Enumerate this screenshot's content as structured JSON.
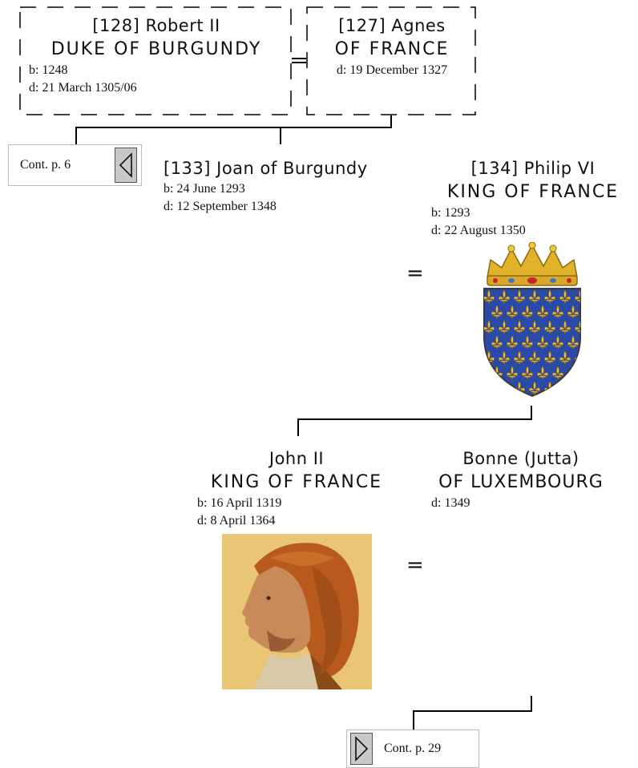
{
  "parents": {
    "robert": {
      "name": "[128] Robert II",
      "title": "DUKE OF BURGUNDY",
      "born": "b: 1248",
      "died": "d: 21 March 1305/06"
    },
    "agnes": {
      "name": "[127] Agnes",
      "title": "OF FRANCE",
      "died": "d: 19 December 1327"
    },
    "marriage_symbol": "="
  },
  "cont_prev": {
    "label": "Cont. p. 6",
    "icon": "left-triangle-icon"
  },
  "joan": {
    "name": "[133] Joan of Burgundy",
    "born": "b: 24 June 1293",
    "died": "d: 12 September 1348"
  },
  "philip": {
    "name": "[134] Philip VI",
    "title": "KING OF FRANCE",
    "born": "b: 1293",
    "died": "d: 22 August 1350",
    "image": "royal-coat-of-arms-france"
  },
  "marriage1_symbol": "=",
  "john": {
    "name": "John II",
    "title": "KING OF FRANCE",
    "born": "b: 16 April 1319",
    "died": "d: 8 April 1364",
    "image": "portrait-john-ii"
  },
  "bonne": {
    "name": "Bonne (Jutta)",
    "title": "OF LUXEMBOURG",
    "died": "d: 1349"
  },
  "marriage2_symbol": "=",
  "cont_next": {
    "label": "Cont. p. 29",
    "icon": "right-triangle-icon"
  },
  "colors": {
    "line": "#000000",
    "crown_gold": "#e0b32a",
    "shield_blue": "#2a4aa8",
    "fleur_gold": "#f0c030"
  }
}
